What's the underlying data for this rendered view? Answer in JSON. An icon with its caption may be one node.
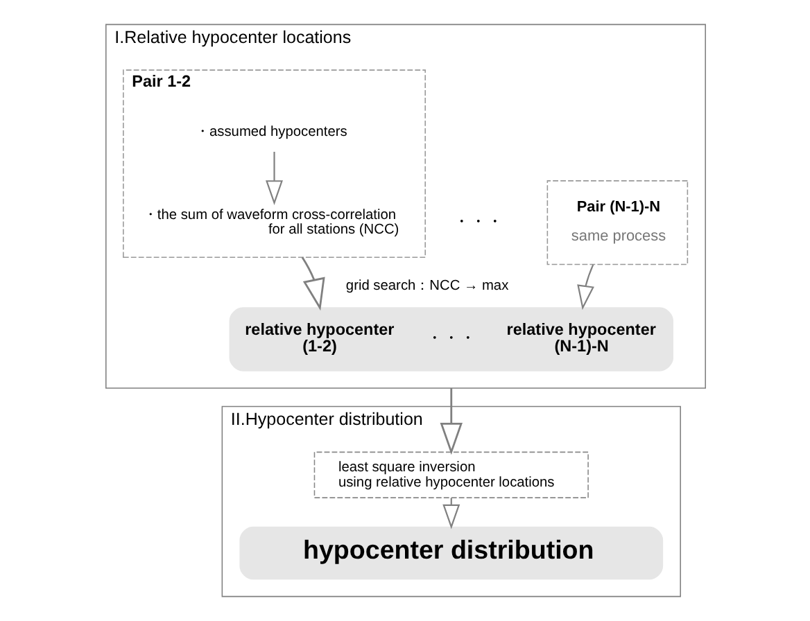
{
  "diagram": {
    "nodes": [
      {
        "text": [
          "I.Relative hypocenter locations"
        ]
      },
      {
        "text": [
          "Pair 1-2"
        ],
        "in": 0
      },
      {
        "text": [
          "・assumed hypocenters"
        ],
        "in": 1
      },
      {
        "text": [
          "・the sum of waveform cross-correlation for all stations (NCC)"
        ],
        "in": 1
      },
      {
        "text": [
          "Pair (N-1)-N",
          "same process"
        ],
        "in": 0
      },
      {
        "text": [
          "relative hypocenter (1-2)",
          "・・・",
          "relative hypocenter (N-1)-N"
        ],
        "in": 0
      },
      {
        "text": [
          "II.Hypocenter distribution"
        ]
      },
      {
        "text": [
          "least square inversion using relative hypocenter locations"
        ],
        "in": 6
      },
      {
        "text": [
          "hypocenter distribution"
        ],
        "in": 6
      }
    ],
    "edges": [
      {
        "from": 2,
        "to": 3,
        "arrow": "to"
      },
      {
        "from": 1,
        "to": 5,
        "arrow": "to",
        "label": "grid search：NCC → max"
      },
      {
        "from": 4,
        "to": 5,
        "arrow": "to"
      },
      {
        "from": 0,
        "to": 7,
        "arrow": "to"
      },
      {
        "from": 7,
        "to": 8,
        "arrow": "to"
      }
    ],
    "labels": [
      "・・・"
    ]
  }
}
